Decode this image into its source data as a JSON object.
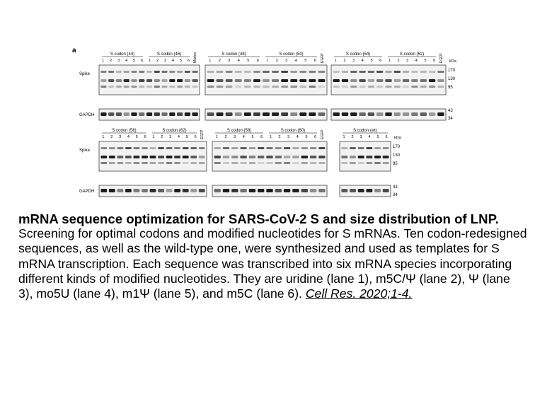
{
  "figure": {
    "panel_letter": "a",
    "row_labels": {
      "spike": "Spike",
      "gapdh": "GAPDH"
    },
    "marker_label": "Marker",
    "control_label": "EGFP",
    "kda_label": "kDa",
    "lanes": [
      "1",
      "2",
      "3",
      "4",
      "5",
      "6"
    ],
    "top_row": [
      {
        "groups": [
          "S codon (44)",
          "S codon (46)"
        ],
        "trailing": [
          "Marker"
        ],
        "markers": []
      },
      {
        "groups": [
          "S codon (48)",
          "S codon (50)"
        ],
        "trailing": [
          "EGFP"
        ],
        "markers": []
      },
      {
        "groups": [
          "S codon (54)",
          "S codon (52)"
        ],
        "trailing": [
          "EGFP"
        ],
        "markers": [
          "170",
          "130",
          "95"
        ]
      }
    ],
    "bottom_row": [
      {
        "groups": [
          "S codon (56)",
          "S codon (62)"
        ],
        "trailing": [
          "EGFP"
        ],
        "markers": []
      },
      {
        "groups": [
          "S codon (58)",
          "S codon (60)"
        ],
        "trailing": [
          "EGFP"
        ],
        "markers": []
      },
      {
        "groups": [
          "S codon (wt)"
        ],
        "trailing": [],
        "markers": [
          "170",
          "130",
          "95"
        ]
      }
    ],
    "gapdh_markers": [
      "43",
      "34"
    ]
  },
  "caption": {
    "title": "mRNA sequence optimization for SARS-CoV-2 S and size distribution of LNP.",
    "body": "Screening for optimal codons and modified nucleotides for S mRNAs. Ten codon-redesigned sequences, as well as the wild-type one, were synthesized and used as templates for S mRNA transcription. Each sequence was transcribed into six mRNA species incorporating different kinds of modified nucleotides. They are uridine (lane 1), m5C/Ψ (lane 2), Ψ (lane 3), mo5U (lane 4), m1Ψ (lane 5), and m5C (lane 6).",
    "citation": "Cell Res. 2020;1-4."
  }
}
